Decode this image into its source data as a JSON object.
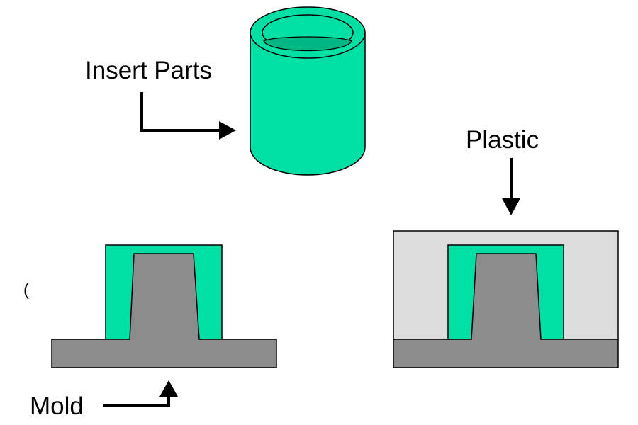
{
  "labels": {
    "insert_parts": "Insert Parts",
    "plastic": "Plastic",
    "mold": "Mold",
    "stray_mark": "("
  },
  "colors": {
    "insert_green": "#00DFA4",
    "insert_inner_shadow": "#00B783",
    "mold_gray": "#8C8C8C",
    "plastic_gray": "#DCDCDC",
    "outline": "#000000",
    "background": "#FFFFFF"
  }
}
